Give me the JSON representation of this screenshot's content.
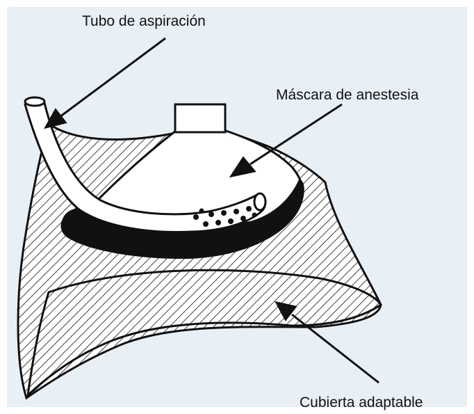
{
  "labels": {
    "tube": "Tubo de aspiración",
    "mask": "Máscara de anestesia",
    "cover": "Cubierta adaptable"
  },
  "colors": {
    "background": "#e8f0f6",
    "ink": "#111111",
    "mask_fill": "#ffffff",
    "tube_fill": "#ffffff"
  }
}
